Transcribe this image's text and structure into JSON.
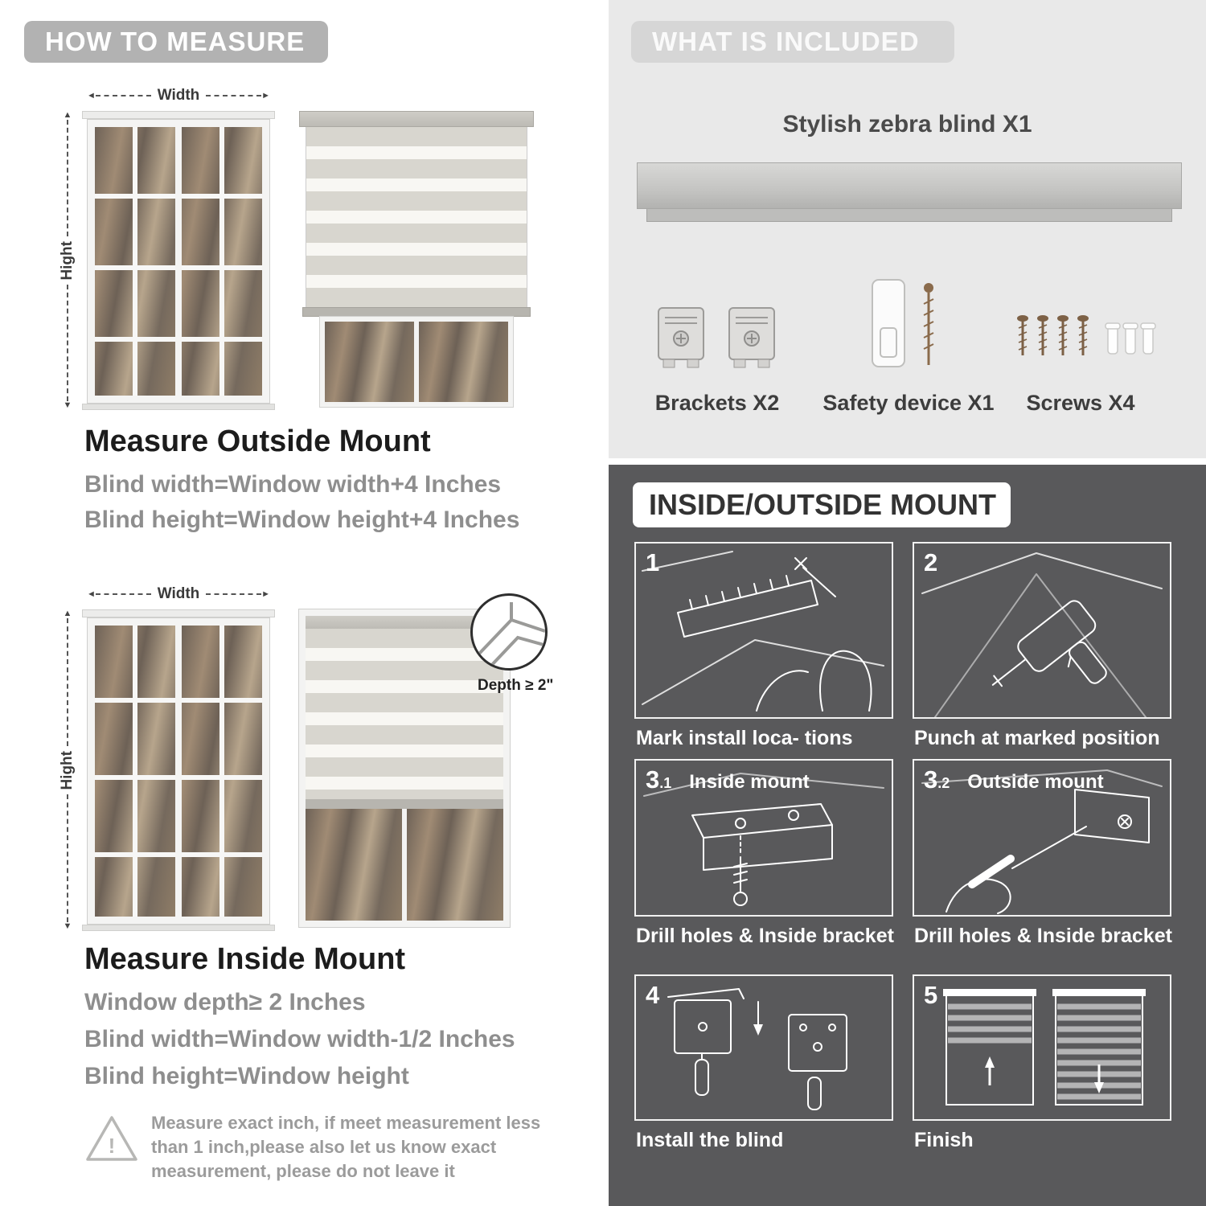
{
  "colors": {
    "left_pill_bg": "#b2b2b2",
    "light_section_bg": "#e9e9e9",
    "dark_section_bg": "#59595b",
    "gray_text": "#8e8e8e",
    "dark_text": "#1c1c1c",
    "white": "#ffffff"
  },
  "measure": {
    "header": "HOW TO MEASURE",
    "width_label": "Width",
    "height_label": "Hight",
    "outside": {
      "title": "Measure Outside Mount",
      "lines": [
        "Blind width=Window width+4 Inches",
        "Blind height=Window height+4 Inches"
      ]
    },
    "inside": {
      "title": "Measure Inside Mount",
      "depth_badge": "Depth ≥ 2\"",
      "lines": [
        "Window depth≥ 2 Inches",
        "Blind width=Window width-1/2 Inches",
        "Blind height=Window height"
      ]
    },
    "note_lines": [
      "Measure exact inch, if meet measurement less",
      "than 1 inch,please also let us know exact",
      "measurement, please do not leave it"
    ]
  },
  "included": {
    "header": "WHAT IS INCLUDED",
    "blind_label": "Stylish zebra blind X1",
    "items": [
      "Brackets X2",
      "Safety device X1",
      "Screws X4"
    ]
  },
  "mount": {
    "header": "INSIDE/OUTSIDE MOUNT",
    "steps": [
      {
        "num": "1",
        "caption": "Mark install loca- tions"
      },
      {
        "num": "2",
        "caption": "Punch at  marked position"
      },
      {
        "num": "3",
        "sub": ".1",
        "label": "Inside mount",
        "caption": "Drill holes &  Inside bracket"
      },
      {
        "num": "3",
        "sub": ".2",
        "label": "Outside mount",
        "caption": "Drill holes &  Inside bracket"
      },
      {
        "num": "4",
        "caption": "Install the blind"
      },
      {
        "num": "5",
        "caption": "Finish"
      }
    ]
  }
}
